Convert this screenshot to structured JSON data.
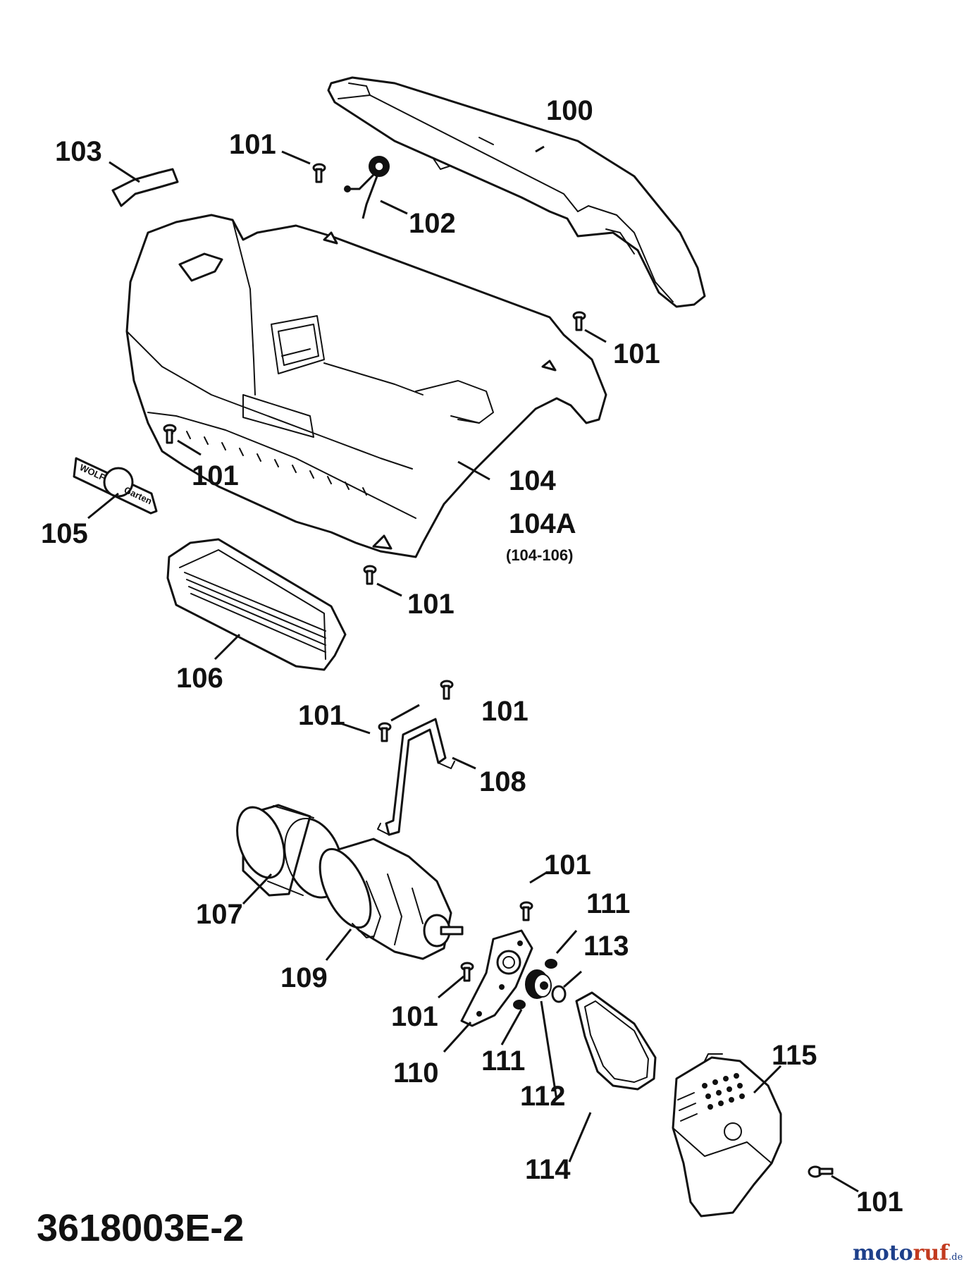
{
  "drawing_number": "3618003E-2",
  "labels": {
    "p100": "100",
    "p101": "101",
    "p102": "102",
    "p103": "103",
    "p104": "104",
    "p104a": "104A",
    "p104a_range": "(104-106)",
    "p105": "105",
    "p106": "106",
    "p107": "107",
    "p108": "108",
    "p109": "109",
    "p110": "110",
    "p111": "111",
    "p112": "112",
    "p113": "113",
    "p114": "114",
    "p115": "115"
  },
  "badge": {
    "left_text": "WOLF",
    "right_text": "Garten"
  },
  "watermark": {
    "part_a": "moto",
    "part_b": "ruf",
    "part_c": ".de"
  },
  "colors": {
    "line": "#111111",
    "watermark_blue": "#1d3f8a",
    "watermark_red": "#c23a1f"
  }
}
